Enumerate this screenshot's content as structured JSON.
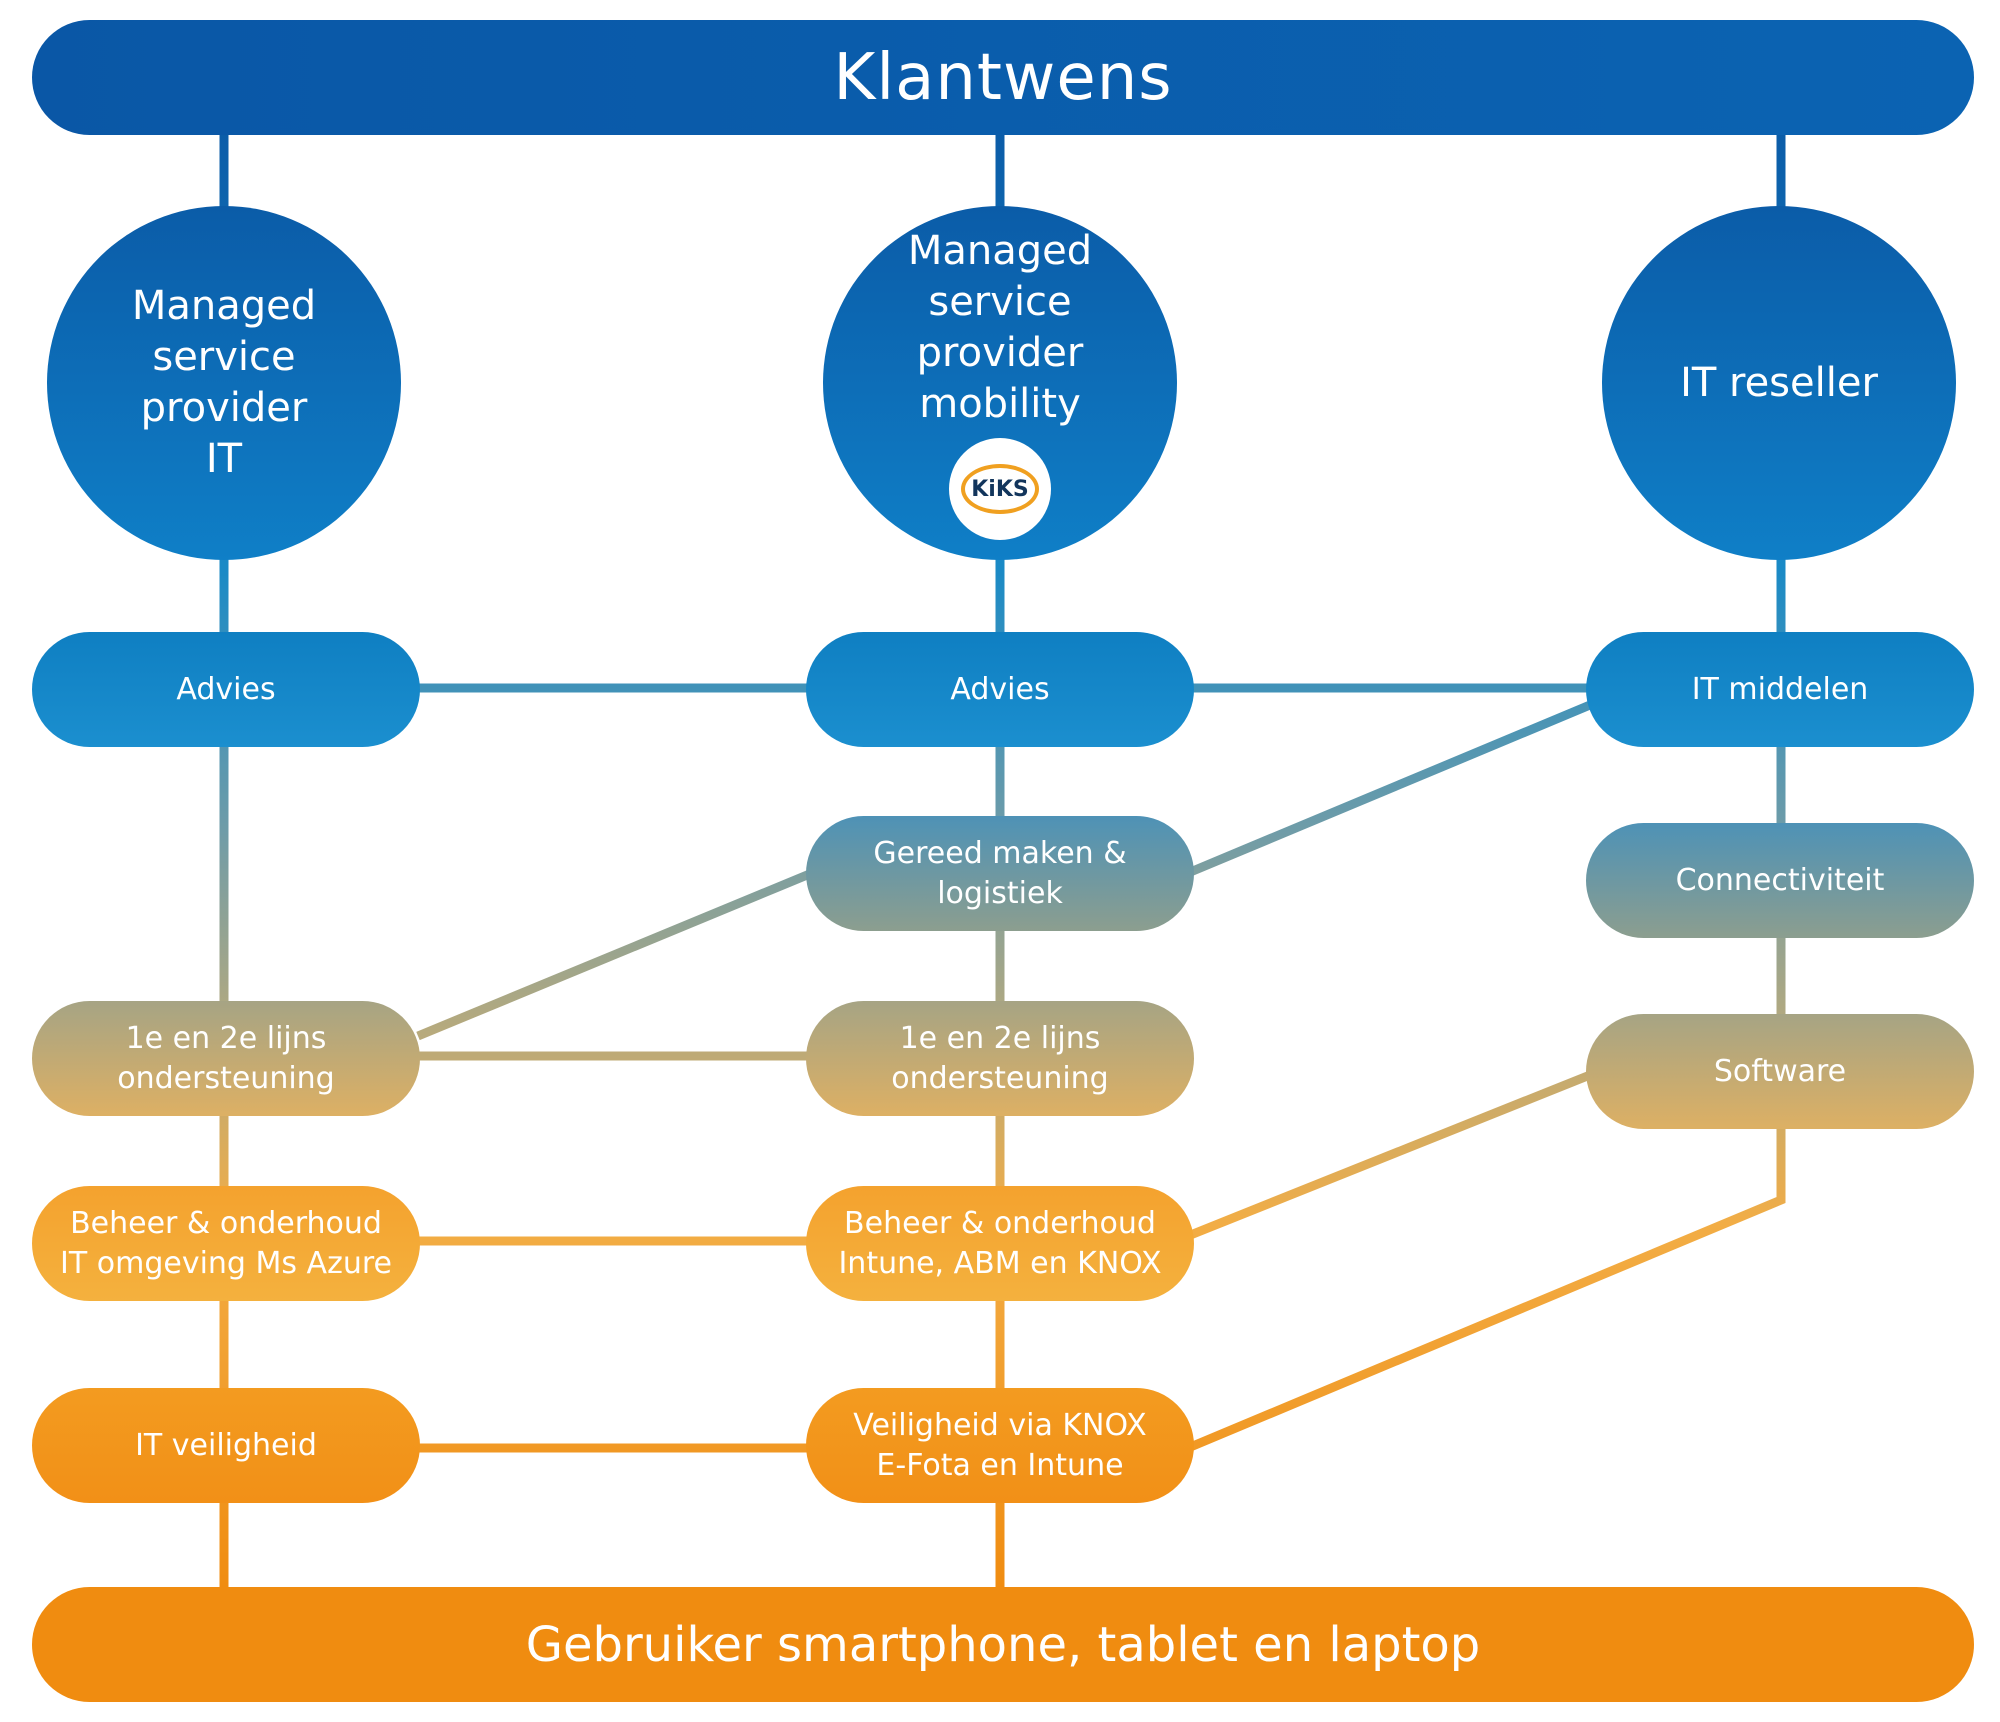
{
  "header": {
    "title": "Klantwens"
  },
  "footer": {
    "title": "Gebruiker smartphone, tablet en laptop"
  },
  "columns": [
    {
      "title": "Managed\nservice\nprovider\nIT",
      "steps": [
        "Advies",
        "1e en 2e lijns\nondersteuning",
        "Beheer & onderhoud\nIT omgeving Ms Azure",
        "IT veiligheid"
      ]
    },
    {
      "title": "Managed\nservice\nprovider\nmobility",
      "logo": "KiKS",
      "steps": [
        "Advies",
        "Gereed maken &\nlogistiek",
        "1e en 2e lijns\nondersteuning",
        "Beheer & onderhoud\nIntune, ABM en KNOX",
        "Veiligheid via KNOX\nE-Fota en Intune"
      ]
    },
    {
      "title": "IT reseller",
      "steps": [
        "IT middelen",
        "Connectiviteit",
        "Software"
      ]
    }
  ],
  "colors": {
    "blue": "#0b5ca8",
    "orange": "#f08c10"
  }
}
